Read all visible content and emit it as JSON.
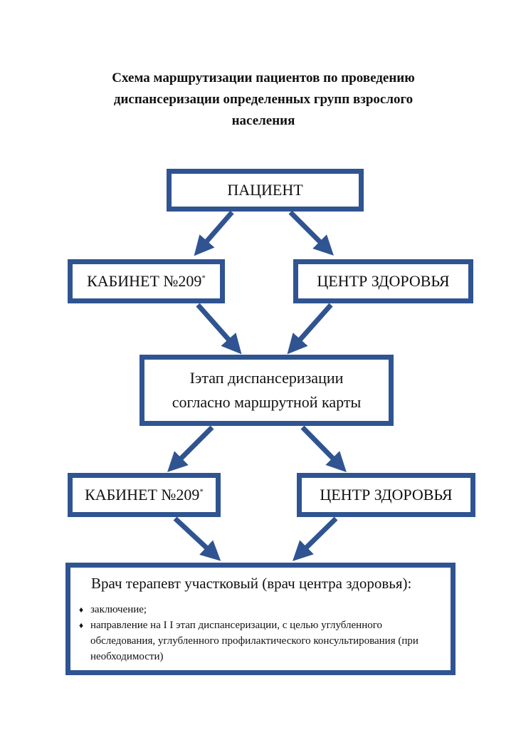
{
  "title": {
    "line1": "Схема маршрутизации пациентов по проведению",
    "line2": "диспансеризации определенных групп взрослого",
    "line3": "населения"
  },
  "boxes": {
    "patient": "ПАЦИЕНТ",
    "cabinet_top": "КАБИНЕТ №209",
    "cabinet_top_mark": "*",
    "center_top": "ЦЕНТР ЗДОРОВЬЯ",
    "stage_line1": "Iэтап диспансеризации",
    "stage_line2": "согласно маршрутной карты",
    "cabinet_bottom": "КАБИНЕТ №209",
    "cabinet_bottom_mark": "*",
    "center_bottom": "ЦЕНТР ЗДОРОВЬЯ"
  },
  "final": {
    "heading": "Врач терапевт участковый (врач центра здоровья):",
    "items": [
      "заключение;",
      "направление на I I этап диспансеризации, с целью углубленного обследования, углубленного профилактического консультирования (при необходимости)"
    ],
    "bullet": "♦"
  },
  "colors": {
    "border": "#2f5491",
    "arrow": "#2f5491",
    "text": "#111111"
  }
}
